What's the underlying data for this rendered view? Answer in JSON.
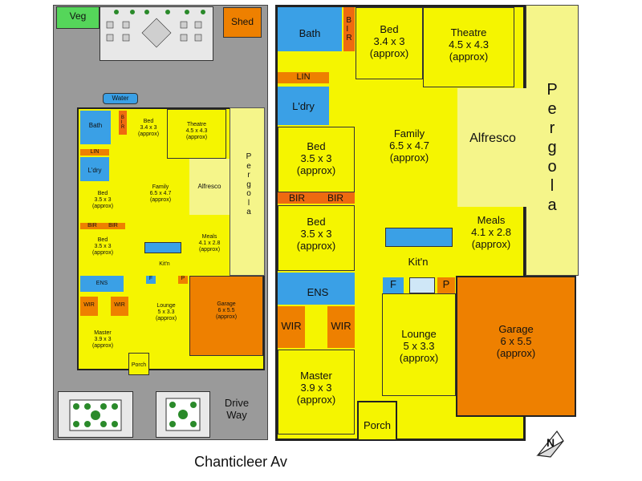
{
  "street_label": "Chanticleer Av",
  "compass_label": "N",
  "site_plan": {
    "veg": "Veg",
    "shed": "Shed",
    "water": "Water",
    "drive_way": "Drive\nWay",
    "rooms": {
      "bath": "Bath",
      "bir_vertical": "B\nI\nR",
      "bed1": "Bed\n3.4 x 3\n(approx)",
      "theatre": "Theatre\n4.5 x 4.3\n(approx)",
      "lin": "LIN",
      "ldry": "L'dry",
      "pergola": "P\ne\nr\ng\no\nl\na",
      "alfresco": "Alfresco",
      "family": "Family\n6.5 x 4.7\n(approx)",
      "bed2": "Bed\n3.5 x 3\n(approx)",
      "bir": "BIR",
      "bed3": "Bed\n3.5 x 3\n(approx)",
      "meals": "Meals\n4.1 x 2.8\n(approx)",
      "kitn": "Kit'n",
      "ens": "ENS",
      "f": "F",
      "p": "P",
      "wir": "WIR",
      "lounge": "Lounge\n5 x 3.3\n(approx)",
      "garage": "Garage\n6 x 5.5\n(approx)",
      "master": "Master\n3.9 x 3\n(approx)",
      "porch": "Porch"
    }
  },
  "floor_plan": {
    "rooms": {
      "bath": "Bath",
      "bir_vertical": "B\nI\nR",
      "bed1": "Bed\n3.4 x 3\n(approx)",
      "theatre": "Theatre\n4.5 x 4.3\n(approx)",
      "lin": "LIN",
      "ldry": "L'dry",
      "pergola": "P\ne\nr\ng\no\nl\na",
      "alfresco": "Alfresco",
      "family": "Family\n6.5 x 4.7\n(approx)",
      "bed2": "Bed\n3.5 x 3\n(approx)",
      "bir": "BIR",
      "bed3": "Bed\n3.5 x 3\n(approx)",
      "meals": "Meals\n4.1 x 2.8\n(approx)",
      "kitn": "Kit'n",
      "ens": "ENS",
      "f": "F",
      "p": "P",
      "wir": "WIR",
      "lounge": "Lounge\n5 x 3.3\n(approx)",
      "garage": "Garage\n6 x 5.5\n(approx)",
      "master": "Master\n3.9 x 3\n(approx)",
      "porch": "Porch"
    }
  },
  "colors": {
    "room_yellow": "#f5f500",
    "wet_area_blue": "#3aa0e6",
    "garage_orange": "#ee8000",
    "pergola_pale": "#f5f58a",
    "site_grey": "#9a9a9a",
    "veg_green": "#55d65a"
  }
}
